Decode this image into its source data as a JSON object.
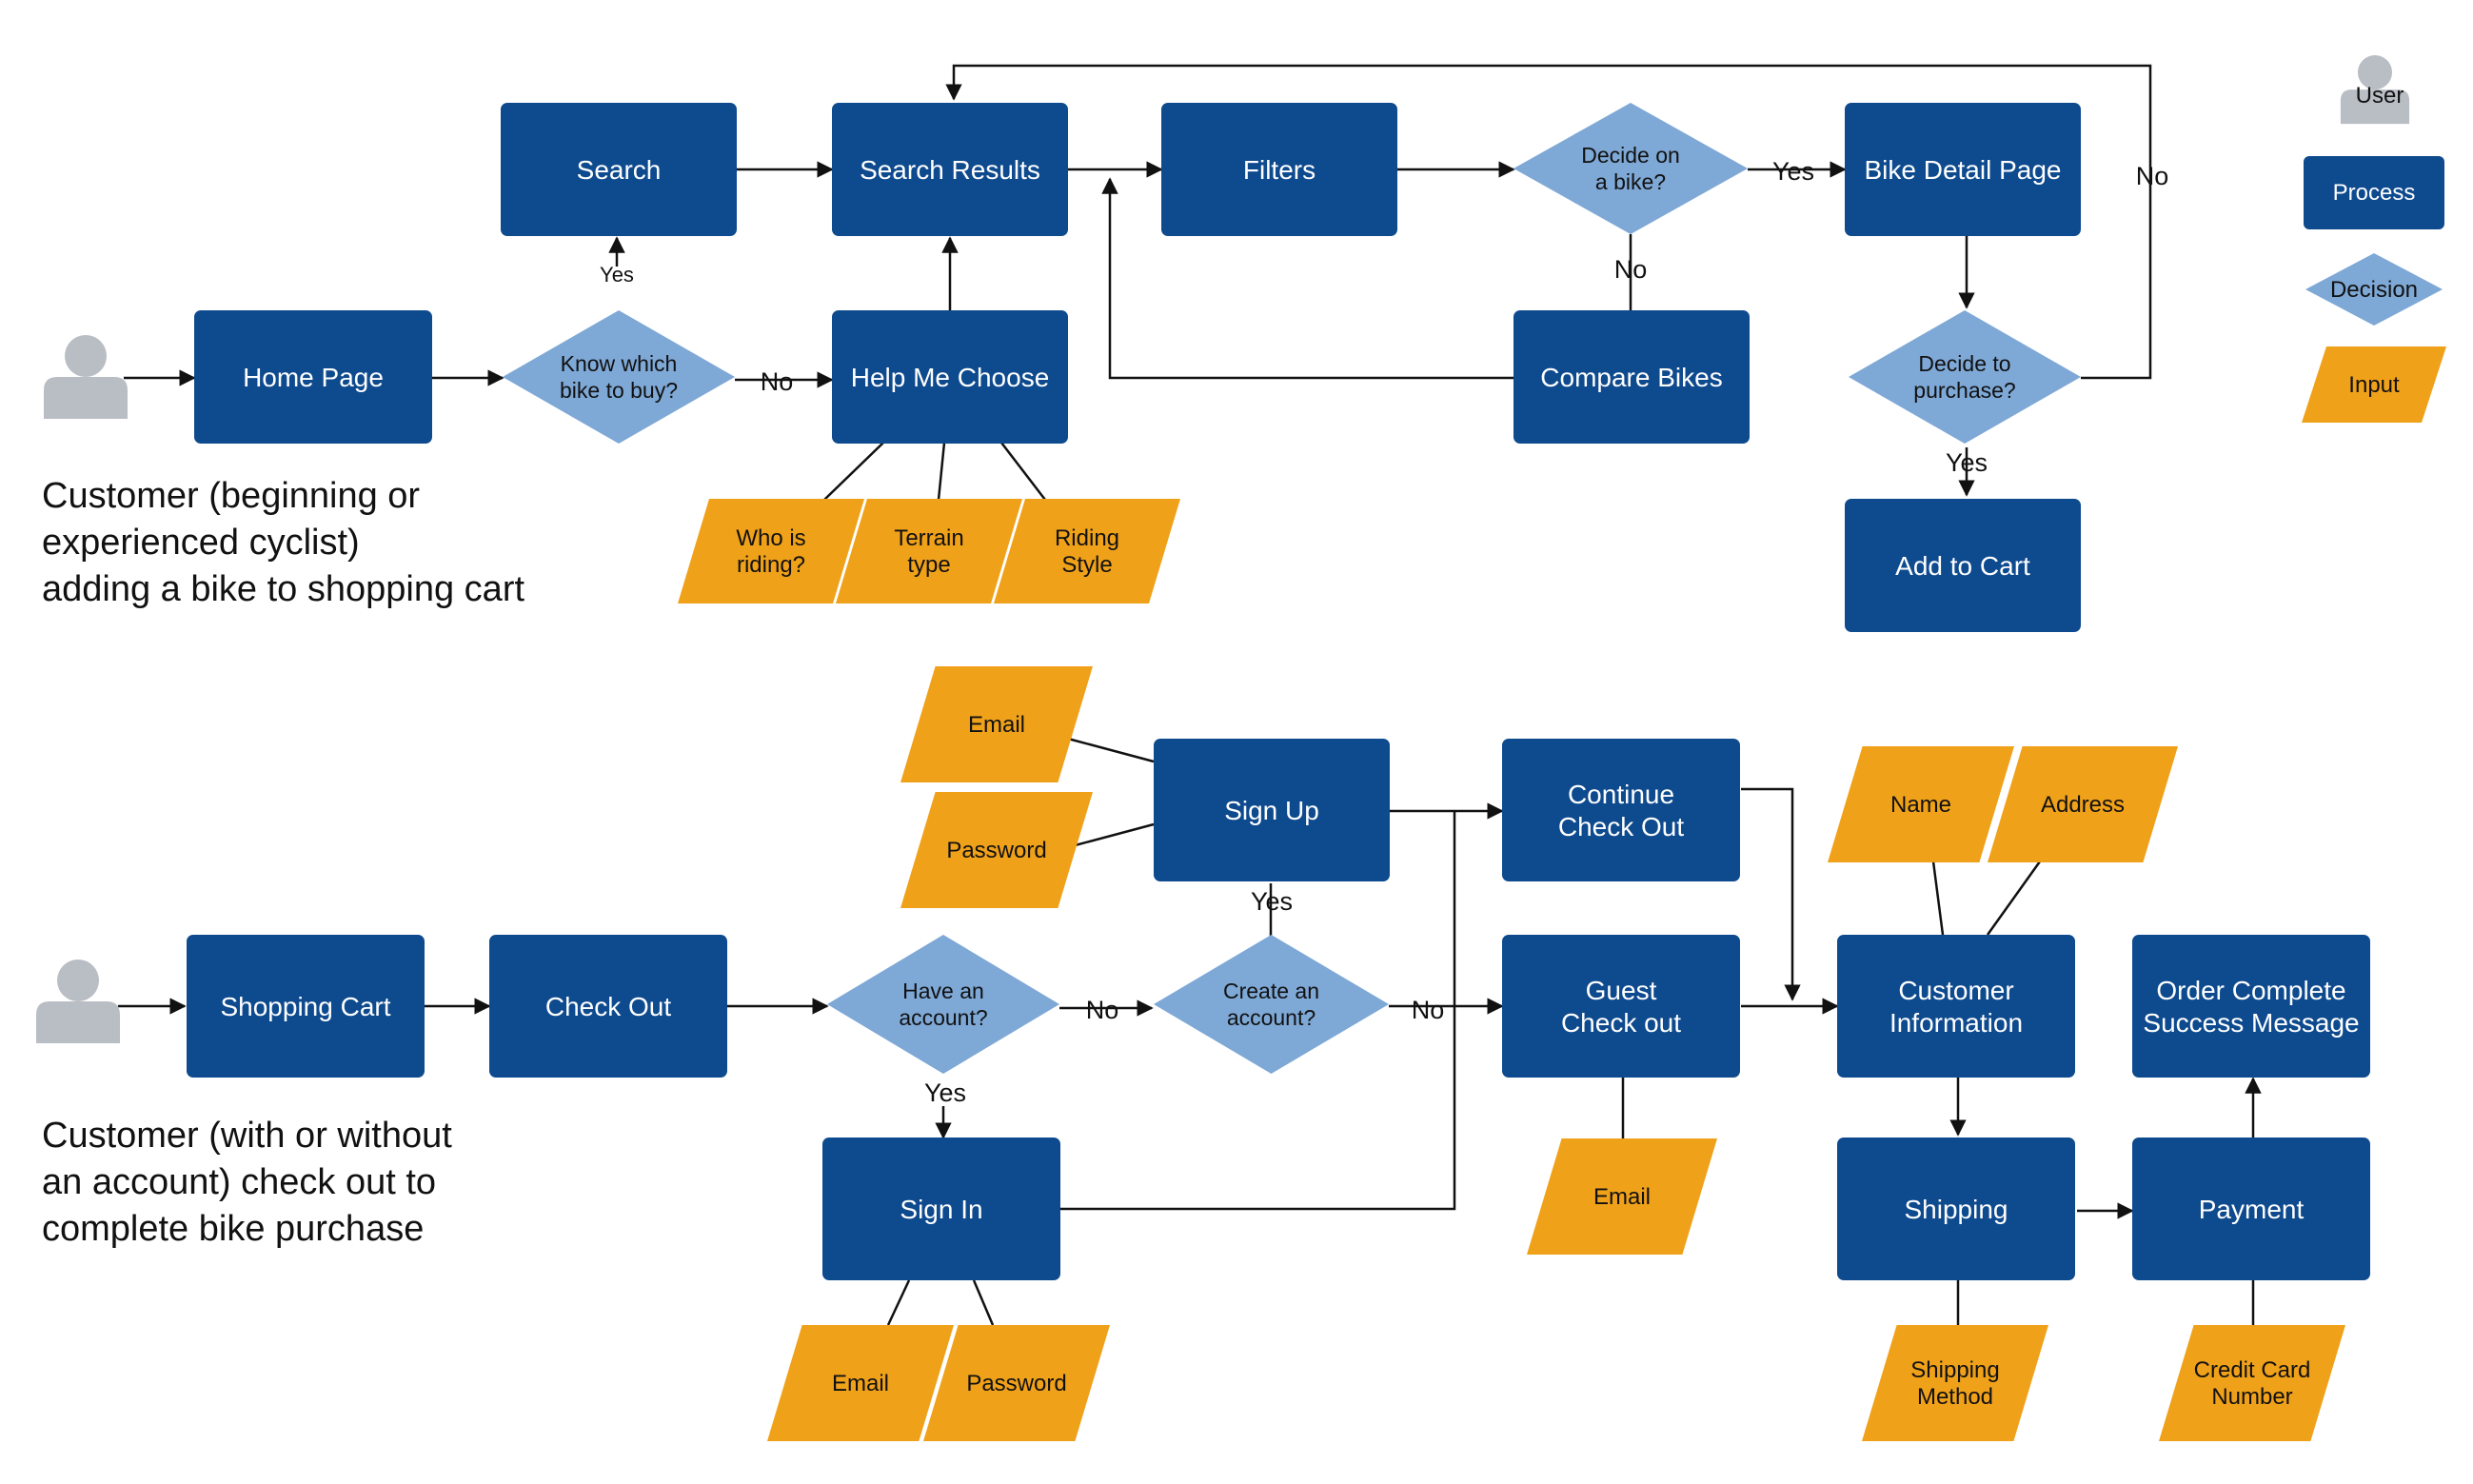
{
  "colors": {
    "process": "#0e4a8e",
    "decision": "#7ea8d6",
    "input": "#f0a11a",
    "user": "#b9bec5",
    "line": "#111111"
  },
  "captions": {
    "top": [
      "Customer (beginning or",
      "experienced cyclist)",
      "adding a bike to shopping cart"
    ],
    "bottom": [
      "Customer (with or without",
      "an account) check out to",
      "complete bike purchase"
    ]
  },
  "legend": {
    "user": "User",
    "process": "Process",
    "decision": "Decision",
    "input": "Input"
  },
  "nodes": {
    "search": [
      "Search"
    ],
    "search_results": [
      "Search Results"
    ],
    "filters": [
      "Filters"
    ],
    "decide_bike": [
      "Decide on",
      "a bike?"
    ],
    "bike_detail": [
      "Bike Detail Page"
    ],
    "home_page": [
      "Home Page"
    ],
    "know_which": [
      "Know which",
      "bike to buy?"
    ],
    "help_me_choose": [
      "Help Me Choose"
    ],
    "compare_bikes": [
      "Compare Bikes"
    ],
    "decide_purchase": [
      "Decide  to",
      "purchase?"
    ],
    "add_to_cart": [
      "Add to Cart"
    ],
    "who_riding": [
      "Who is",
      "riding?"
    ],
    "terrain_type": [
      "Terrain",
      "type"
    ],
    "riding_style": [
      "Riding",
      "Style"
    ],
    "signup_email": [
      "Email"
    ],
    "signup_password": [
      "Password"
    ],
    "sign_up": [
      "Sign Up"
    ],
    "continue_checkout": [
      "Continue",
      "Check Out"
    ],
    "name": [
      "Name"
    ],
    "address": [
      "Address"
    ],
    "shopping_cart": [
      "Shopping Cart"
    ],
    "check_out": [
      "Check Out"
    ],
    "have_account": [
      "Have an",
      "account?"
    ],
    "create_account": [
      "Create an",
      "account?"
    ],
    "guest_checkout": [
      "Guest",
      "Check out"
    ],
    "customer_info": [
      "Customer",
      "Information"
    ],
    "order_complete": [
      "Order Complete",
      "Success Message"
    ],
    "sign_in": [
      "Sign In"
    ],
    "guest_email": [
      "Email"
    ],
    "shipping": [
      "Shipping"
    ],
    "payment": [
      "Payment"
    ],
    "signin_email": [
      "Email"
    ],
    "signin_password": [
      "Password"
    ],
    "shipping_method": [
      "Shipping",
      "Method"
    ],
    "credit_card": [
      "Credit Card",
      "Number"
    ]
  },
  "edge_labels": {
    "yes": "Yes",
    "no": "No"
  }
}
